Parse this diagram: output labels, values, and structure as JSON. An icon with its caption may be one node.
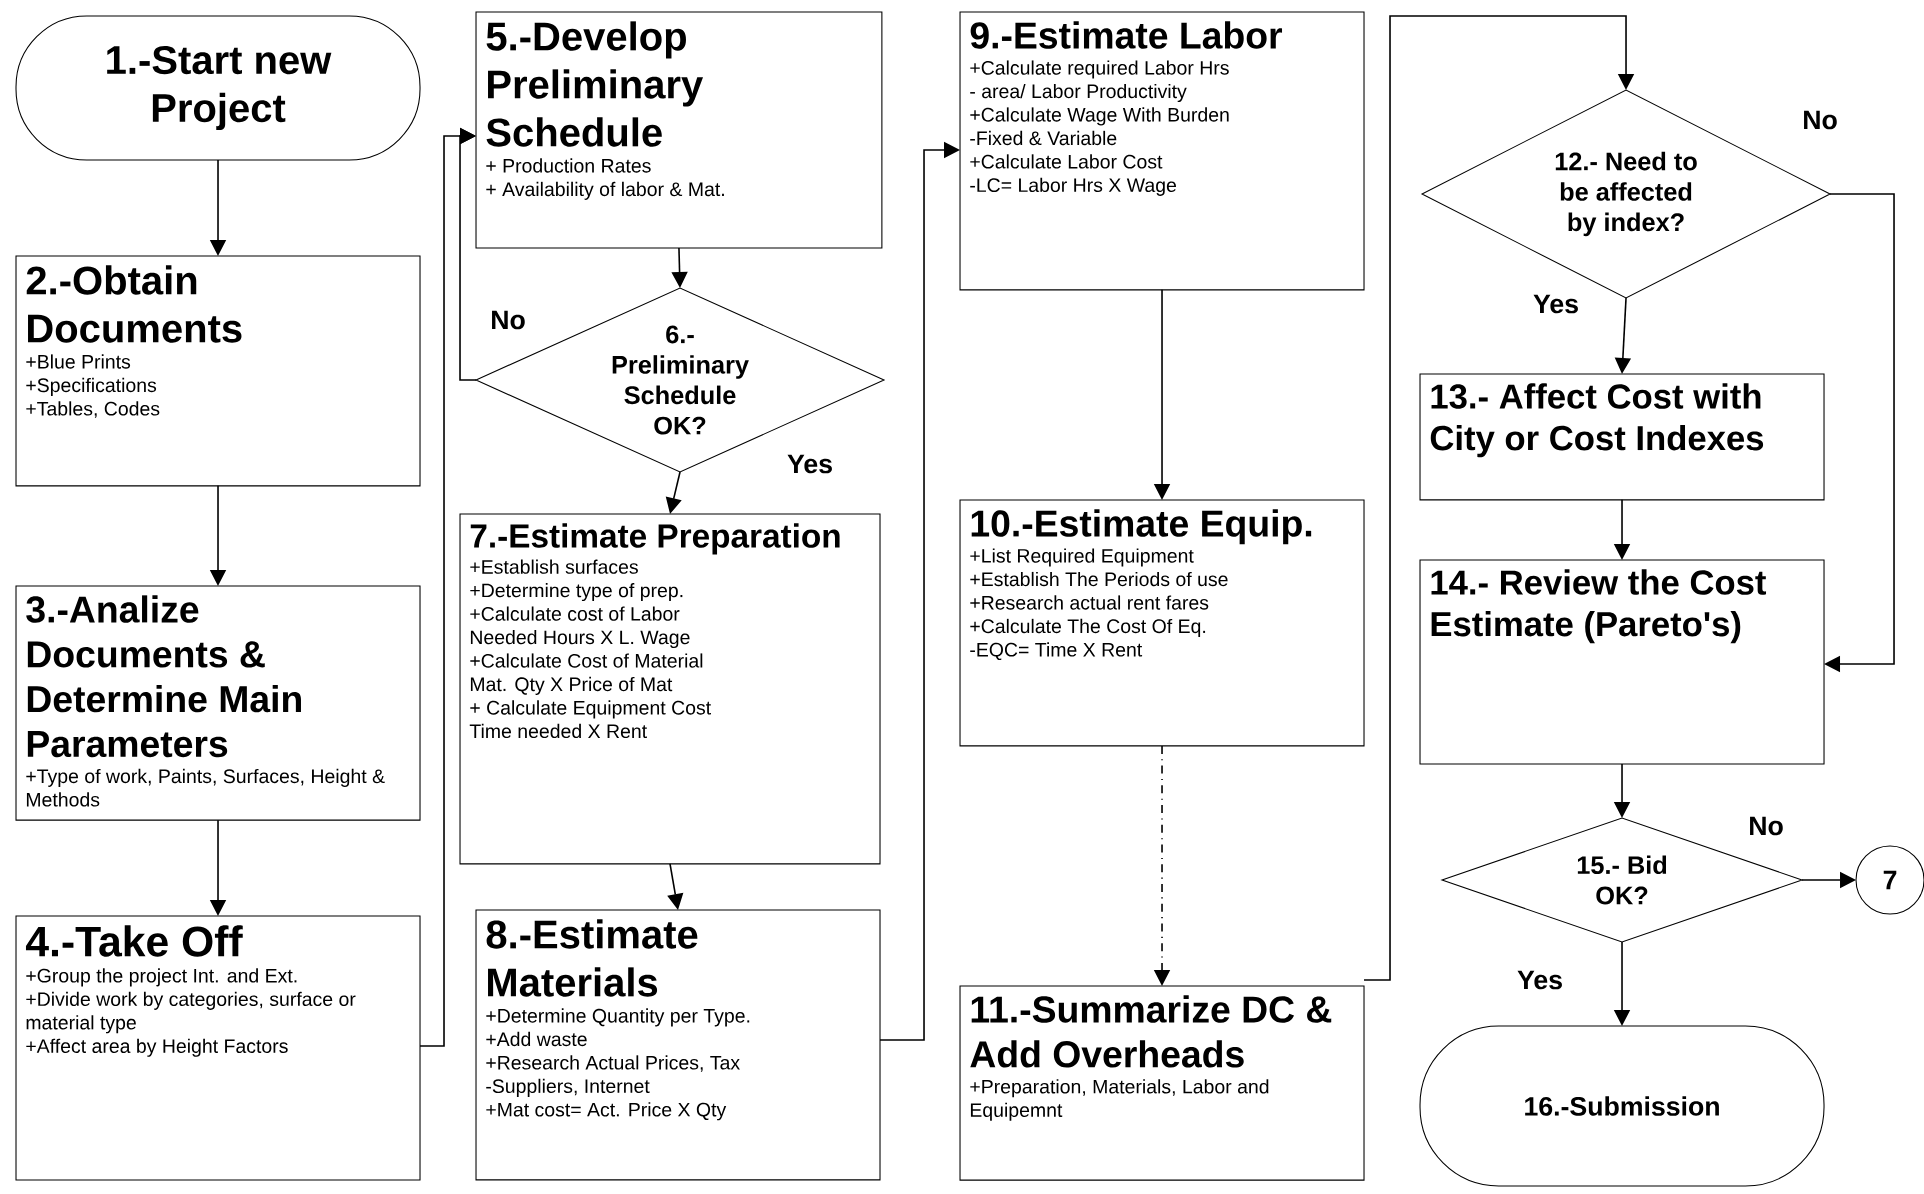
{
  "diagram": {
    "nodes": [
      {
        "text": [
          "1.-Start new Project"
        ]
      },
      {
        "text": [
          "2.-Obtain Documents",
          "+Blue Prints",
          "+Specifications",
          "+Tables, Codes"
        ]
      },
      {
        "text": [
          "3.-Analize Documents & Determine Main Parameters",
          "+Type of work, Paints, Surfaces, Height & Methods"
        ]
      },
      {
        "text": [
          "4.-Take Off",
          "+Group the project Int. and Ext.",
          "+Divide work by categories, surface or material type",
          "+Affect area by Height Factors"
        ]
      },
      {
        "text": [
          "5.-Develop Preliminary Schedule",
          "+ Production Rates",
          "+ Availability of labor & Mat."
        ]
      },
      {
        "text": [
          "6.-Preliminary Schedule OK?"
        ]
      },
      {
        "text": [
          "7.-Estimate Preparation",
          "+Establish surfaces",
          "+Determine type of prep.",
          "+Calculate cost of Labor",
          "Needed Hours X L. Wage",
          "+Calculate Cost of Material",
          "Mat. Qty X Price of Mat",
          "+ Calculate Equipment Cost",
          "Time needed X Rent"
        ]
      },
      {
        "text": [
          "8.-Estimate Materials",
          "+Determine Quantity per Type.",
          "+Add waste",
          "+Research Actual Prices, Tax",
          "-Suppliers, Internet",
          "+Mat cost= Act. Price X Qty"
        ]
      },
      {
        "text": [
          "9.-Estimate Labor",
          "+Calculate required Labor Hrs",
          "- area/ Labor Productivity",
          "+Calculate Wage With Burden",
          "-Fixed & Variable",
          "+Calculate Labor Cost",
          "-LC= Labor Hrs X Wage"
        ]
      },
      {
        "text": [
          "10.-Estimate Equip.",
          "+List Required Equipment",
          "+Establish The Periods of use",
          "+Research actual rent fares",
          "+Calculate The Cost Of Eq.",
          "-EQC= Time X Rent"
        ]
      },
      {
        "text": [
          "11.-Summarize DC & Add Overheads",
          "+Preparation, Materials, Labor and Equipemnt"
        ]
      },
      {
        "text": [
          "12.- Need to be affected by index?"
        ]
      },
      {
        "text": [
          "13.- Affect Cost with City or Cost Indexes"
        ]
      },
      {
        "text": [
          "14.- Review the Cost Estimate (Pareto's)"
        ]
      },
      {
        "text": [
          "15.- Bid OK?"
        ]
      },
      {
        "text": [
          "7"
        ]
      },
      {
        "text": [
          "16.-Submission"
        ]
      }
    ],
    "edges": [
      {
        "from": 0,
        "to": 1,
        "arrow": "to"
      },
      {
        "from": 1,
        "to": 2,
        "arrow": "to"
      },
      {
        "from": 2,
        "to": 3,
        "arrow": "to"
      },
      {
        "from": 3,
        "to": 4,
        "arrow": "to"
      },
      {
        "from": 4,
        "to": 5,
        "arrow": "to"
      },
      {
        "from": 5,
        "to": 4,
        "arrow": "to",
        "label": "No"
      },
      {
        "from": 5,
        "to": 6,
        "arrow": "to",
        "label": "Yes"
      },
      {
        "from": 6,
        "to": 7,
        "arrow": "to"
      },
      {
        "from": 7,
        "to": 8,
        "arrow": "to"
      },
      {
        "from": 8,
        "to": 9,
        "arrow": "to"
      },
      {
        "from": 9,
        "to": 10,
        "arrow": "to",
        "style": "dashed"
      },
      {
        "from": 10,
        "to": 11,
        "arrow": "to"
      },
      {
        "from": 11,
        "to": 12,
        "arrow": "to",
        "label": "Yes"
      },
      {
        "from": 11,
        "to": 13,
        "arrow": "to",
        "label": "No"
      },
      {
        "from": 12,
        "to": 13,
        "arrow": "to"
      },
      {
        "from": 13,
        "to": 14,
        "arrow": "to"
      },
      {
        "from": 14,
        "to": 15,
        "arrow": "to",
        "label": "No"
      },
      {
        "from": 14,
        "to": 16,
        "arrow": "to",
        "label": "Yes"
      }
    ]
  }
}
